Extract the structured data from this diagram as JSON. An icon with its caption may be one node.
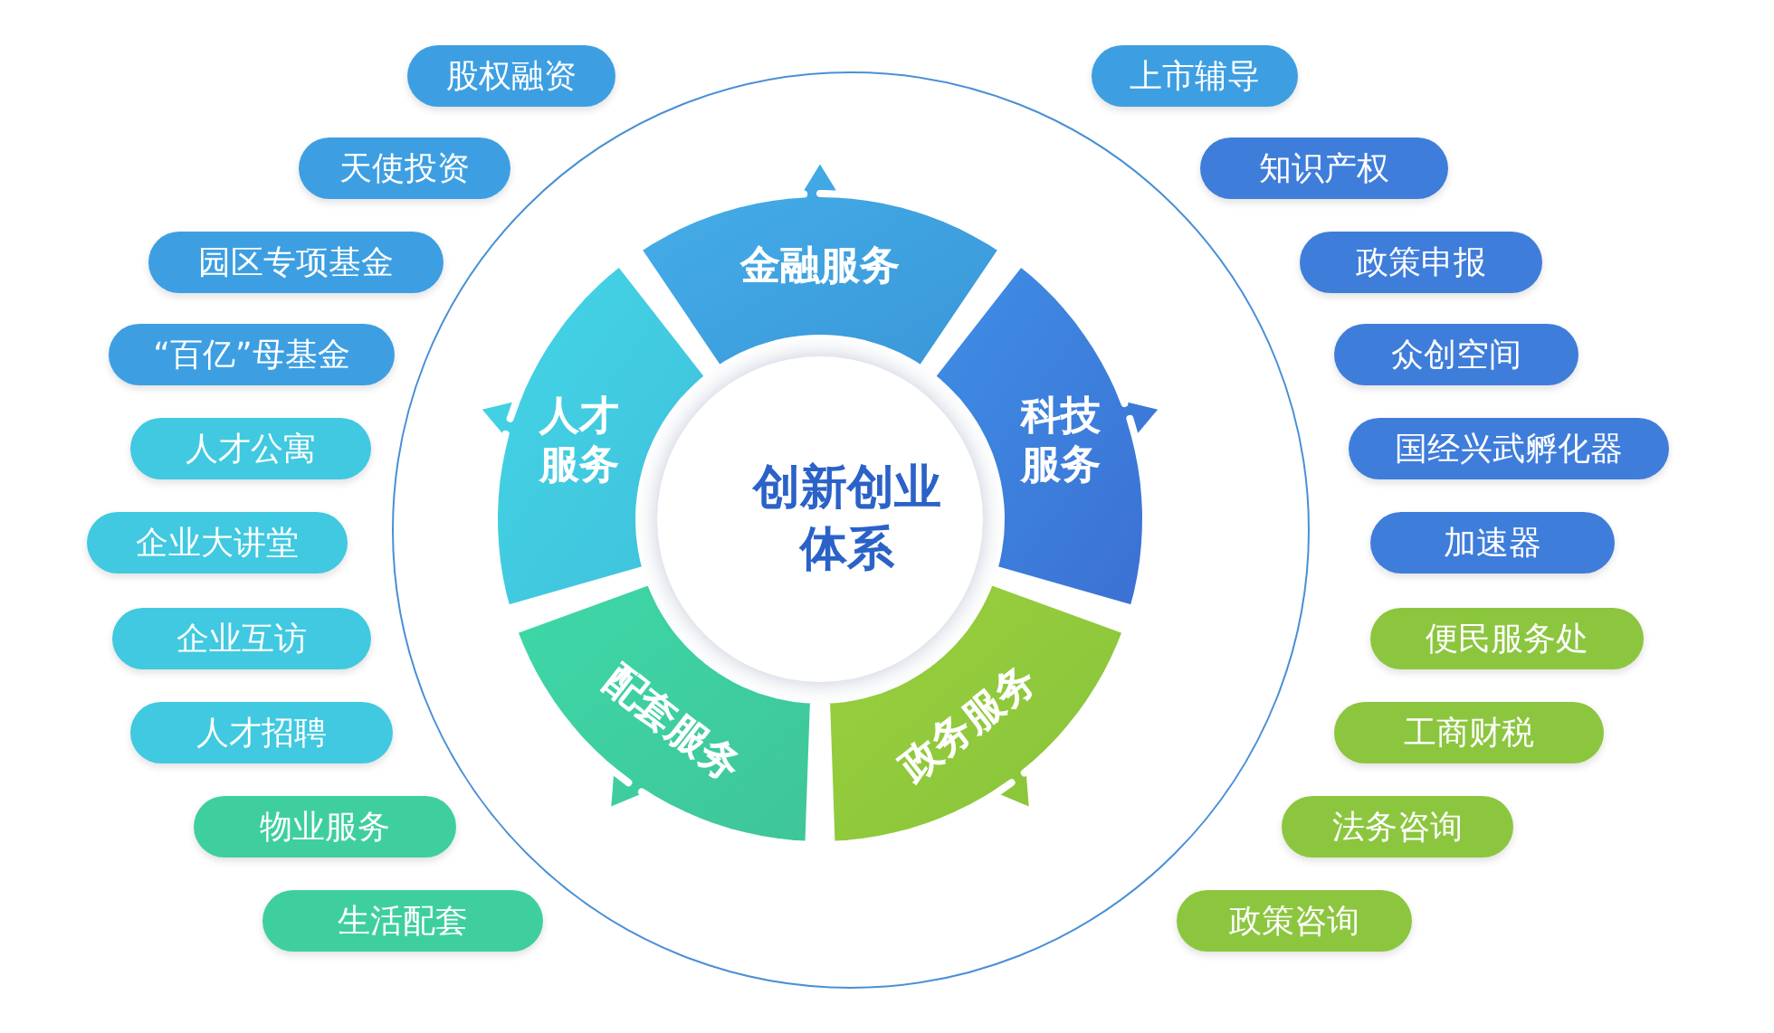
{
  "diagram": {
    "nodes": [
      {
        "text": [
          "创新创业体系"
        ]
      },
      {
        "text": [
          "金融服务"
        ]
      },
      {
        "text": [
          "科技服务"
        ]
      },
      {
        "text": [
          "政务服务"
        ]
      },
      {
        "text": [
          "配套服务"
        ]
      },
      {
        "text": [
          "人才服务"
        ]
      },
      {
        "text": [
          "股权融资"
        ]
      },
      {
        "text": [
          "天使投资"
        ]
      },
      {
        "text": [
          "园区专项基金"
        ]
      },
      {
        "text": [
          "“百亿”母基金"
        ]
      },
      {
        "text": [
          "人才公寓"
        ]
      },
      {
        "text": [
          "企业大讲堂"
        ]
      },
      {
        "text": [
          "企业互访"
        ]
      },
      {
        "text": [
          "人才招聘"
        ]
      },
      {
        "text": [
          "物业服务"
        ]
      },
      {
        "text": [
          "生活配套"
        ]
      },
      {
        "text": [
          "上市辅导"
        ]
      },
      {
        "text": [
          "知识产权"
        ]
      },
      {
        "text": [
          "政策申报"
        ]
      },
      {
        "text": [
          "众创空间"
        ]
      },
      {
        "text": [
          "国经兴武孵化器"
        ]
      },
      {
        "text": [
          "加速器"
        ]
      },
      {
        "text": [
          "便民服务处"
        ]
      },
      {
        "text": [
          "工商财税"
        ]
      },
      {
        "text": [
          "法务咨询"
        ]
      },
      {
        "text": [
          "政策咨询"
        ]
      }
    ]
  }
}
